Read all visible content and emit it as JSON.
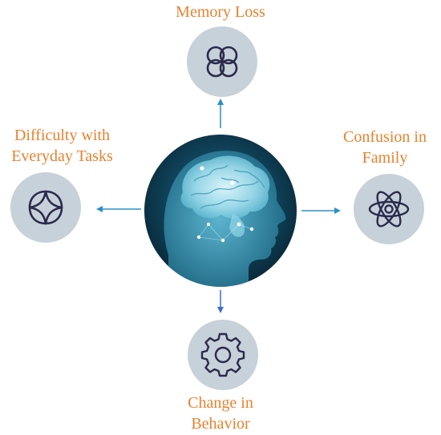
{
  "diagram": {
    "center": {
      "icon": "brain-head-icon"
    },
    "nodes": [
      {
        "id": "top",
        "lines": [
          "Memory Loss"
        ],
        "icon": "four-petal-icon"
      },
      {
        "id": "right",
        "lines": [
          "Confusion in",
          "Family"
        ],
        "icon": "atom-icon"
      },
      {
        "id": "left",
        "lines": [
          "Difficulty with",
          "Everyday Tasks"
        ],
        "icon": "rounded-diamond-icon"
      },
      {
        "id": "bottom",
        "lines": [
          "Change in",
          "Behavior"
        ],
        "icon": "gear-icon"
      }
    ]
  },
  "colors": {
    "label": "#e8822e",
    "icon_circle": "#c6d1d9",
    "icon_stroke": "#2b2a4c",
    "arrow_blue": "#2a8fc7",
    "arrow_blue_bottom": "#3a6fd0",
    "center_dark": "#0b2a3a",
    "center_glow": "#7ad2e6"
  }
}
